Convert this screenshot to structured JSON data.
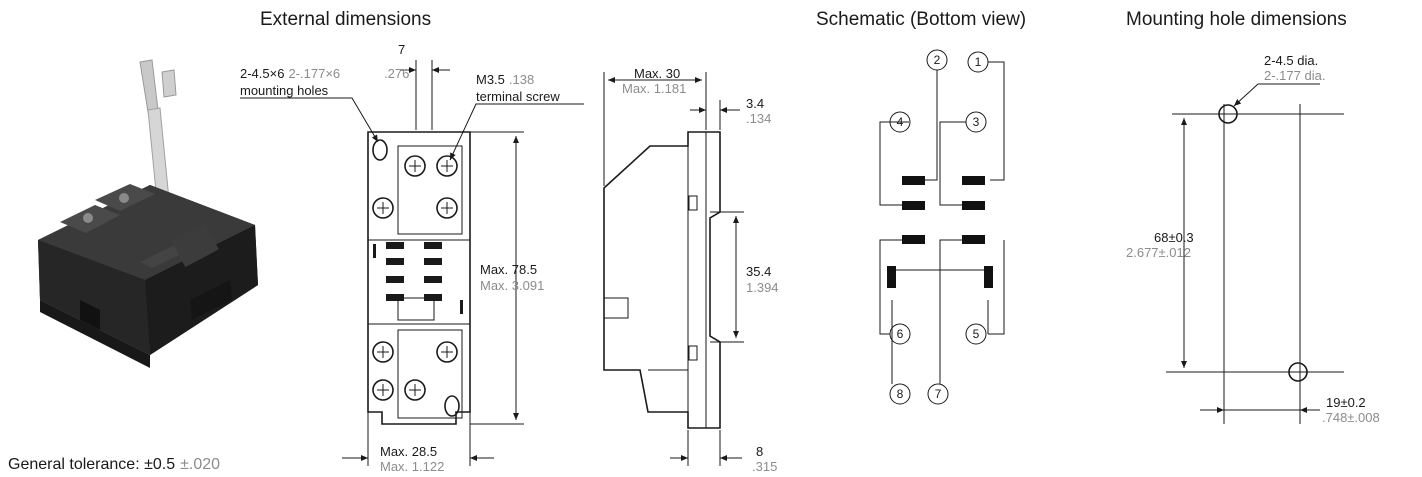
{
  "headings": {
    "external": "External dimensions",
    "schematic": "Schematic (Bottom view)",
    "mounting": "Mounting hole dimensions"
  },
  "front_view": {
    "width_top_mm": "7",
    "width_top_in": ".276",
    "holes_mm": "2-4.5×6",
    "holes_in": "2-.177×6",
    "holes_label": "mounting holes",
    "screw_mm": "M3.5",
    "screw_in": ".138",
    "screw_label": "terminal screw",
    "height_mm": "Max. 78.5",
    "height_in": "Max. 3.091",
    "width_mm": "Max. 28.5",
    "width_in": "Max. 1.122"
  },
  "side_view": {
    "depth_mm": "Max. 30",
    "depth_in": "Max. 1.181",
    "flange_mm": "3.4",
    "flange_in": ".134",
    "rail_mm": "35.4",
    "rail_in": "1.394",
    "base_mm": "8",
    "base_in": ".315"
  },
  "schematic": {
    "terminals": [
      "1",
      "2",
      "3",
      "4",
      "5",
      "6",
      "7",
      "8"
    ]
  },
  "mounting": {
    "hole_mm": "2-4.5 dia.",
    "hole_in": "2-.177 dia.",
    "pitch_mm": "68±0.3",
    "pitch_in": "2.677±.012",
    "offset_mm": "19±0.2",
    "offset_in": ".748±.008"
  },
  "tolerance": {
    "label": "General tolerance: ±0.5",
    "inch": "±.020"
  }
}
